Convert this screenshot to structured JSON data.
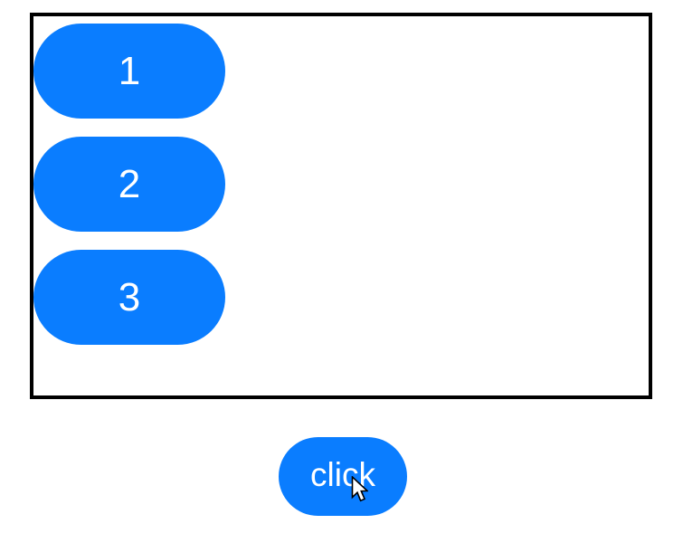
{
  "window": {
    "background": "#ffffff"
  },
  "panel": {
    "border_color": "#000000"
  },
  "numbered_buttons": [
    {
      "label": "1"
    },
    {
      "label": "2"
    },
    {
      "label": "3"
    }
  ],
  "click_button": {
    "label": "click"
  },
  "colors": {
    "button_blue": "#0a7dff",
    "button_text": "#ffffff",
    "panel_border": "#000000",
    "page_bg": "#ffffff"
  },
  "cursor": {
    "type": "arrow-pointer"
  }
}
